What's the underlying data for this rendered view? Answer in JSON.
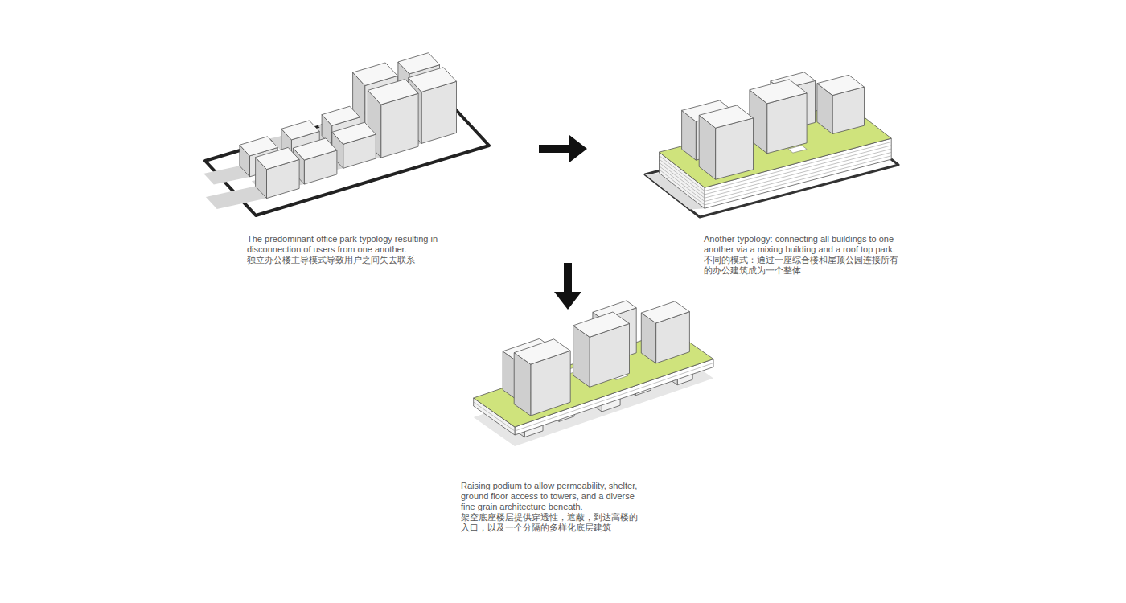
{
  "diagram": {
    "labels": [
      "The predominant office park typology resulting in disconnection of users from one another.",
      "独立办公楼主导模式导致用户之间失去联系",
      "Another typology: connecting all buildings to one another via a mixing building and a roof top park.",
      "不同的模式：通过一座综合楼和屋顶公园连接所有的办公建筑成为一个整体",
      "Raising podium to allow permeability, shelter, ground floor access to towers, and a diverse fine grain architecture beneath.",
      "架空底座楼层提供穿透性，遮蔽，到达高楼的入口，以及一个分隔的多样化底层建筑"
    ]
  }
}
